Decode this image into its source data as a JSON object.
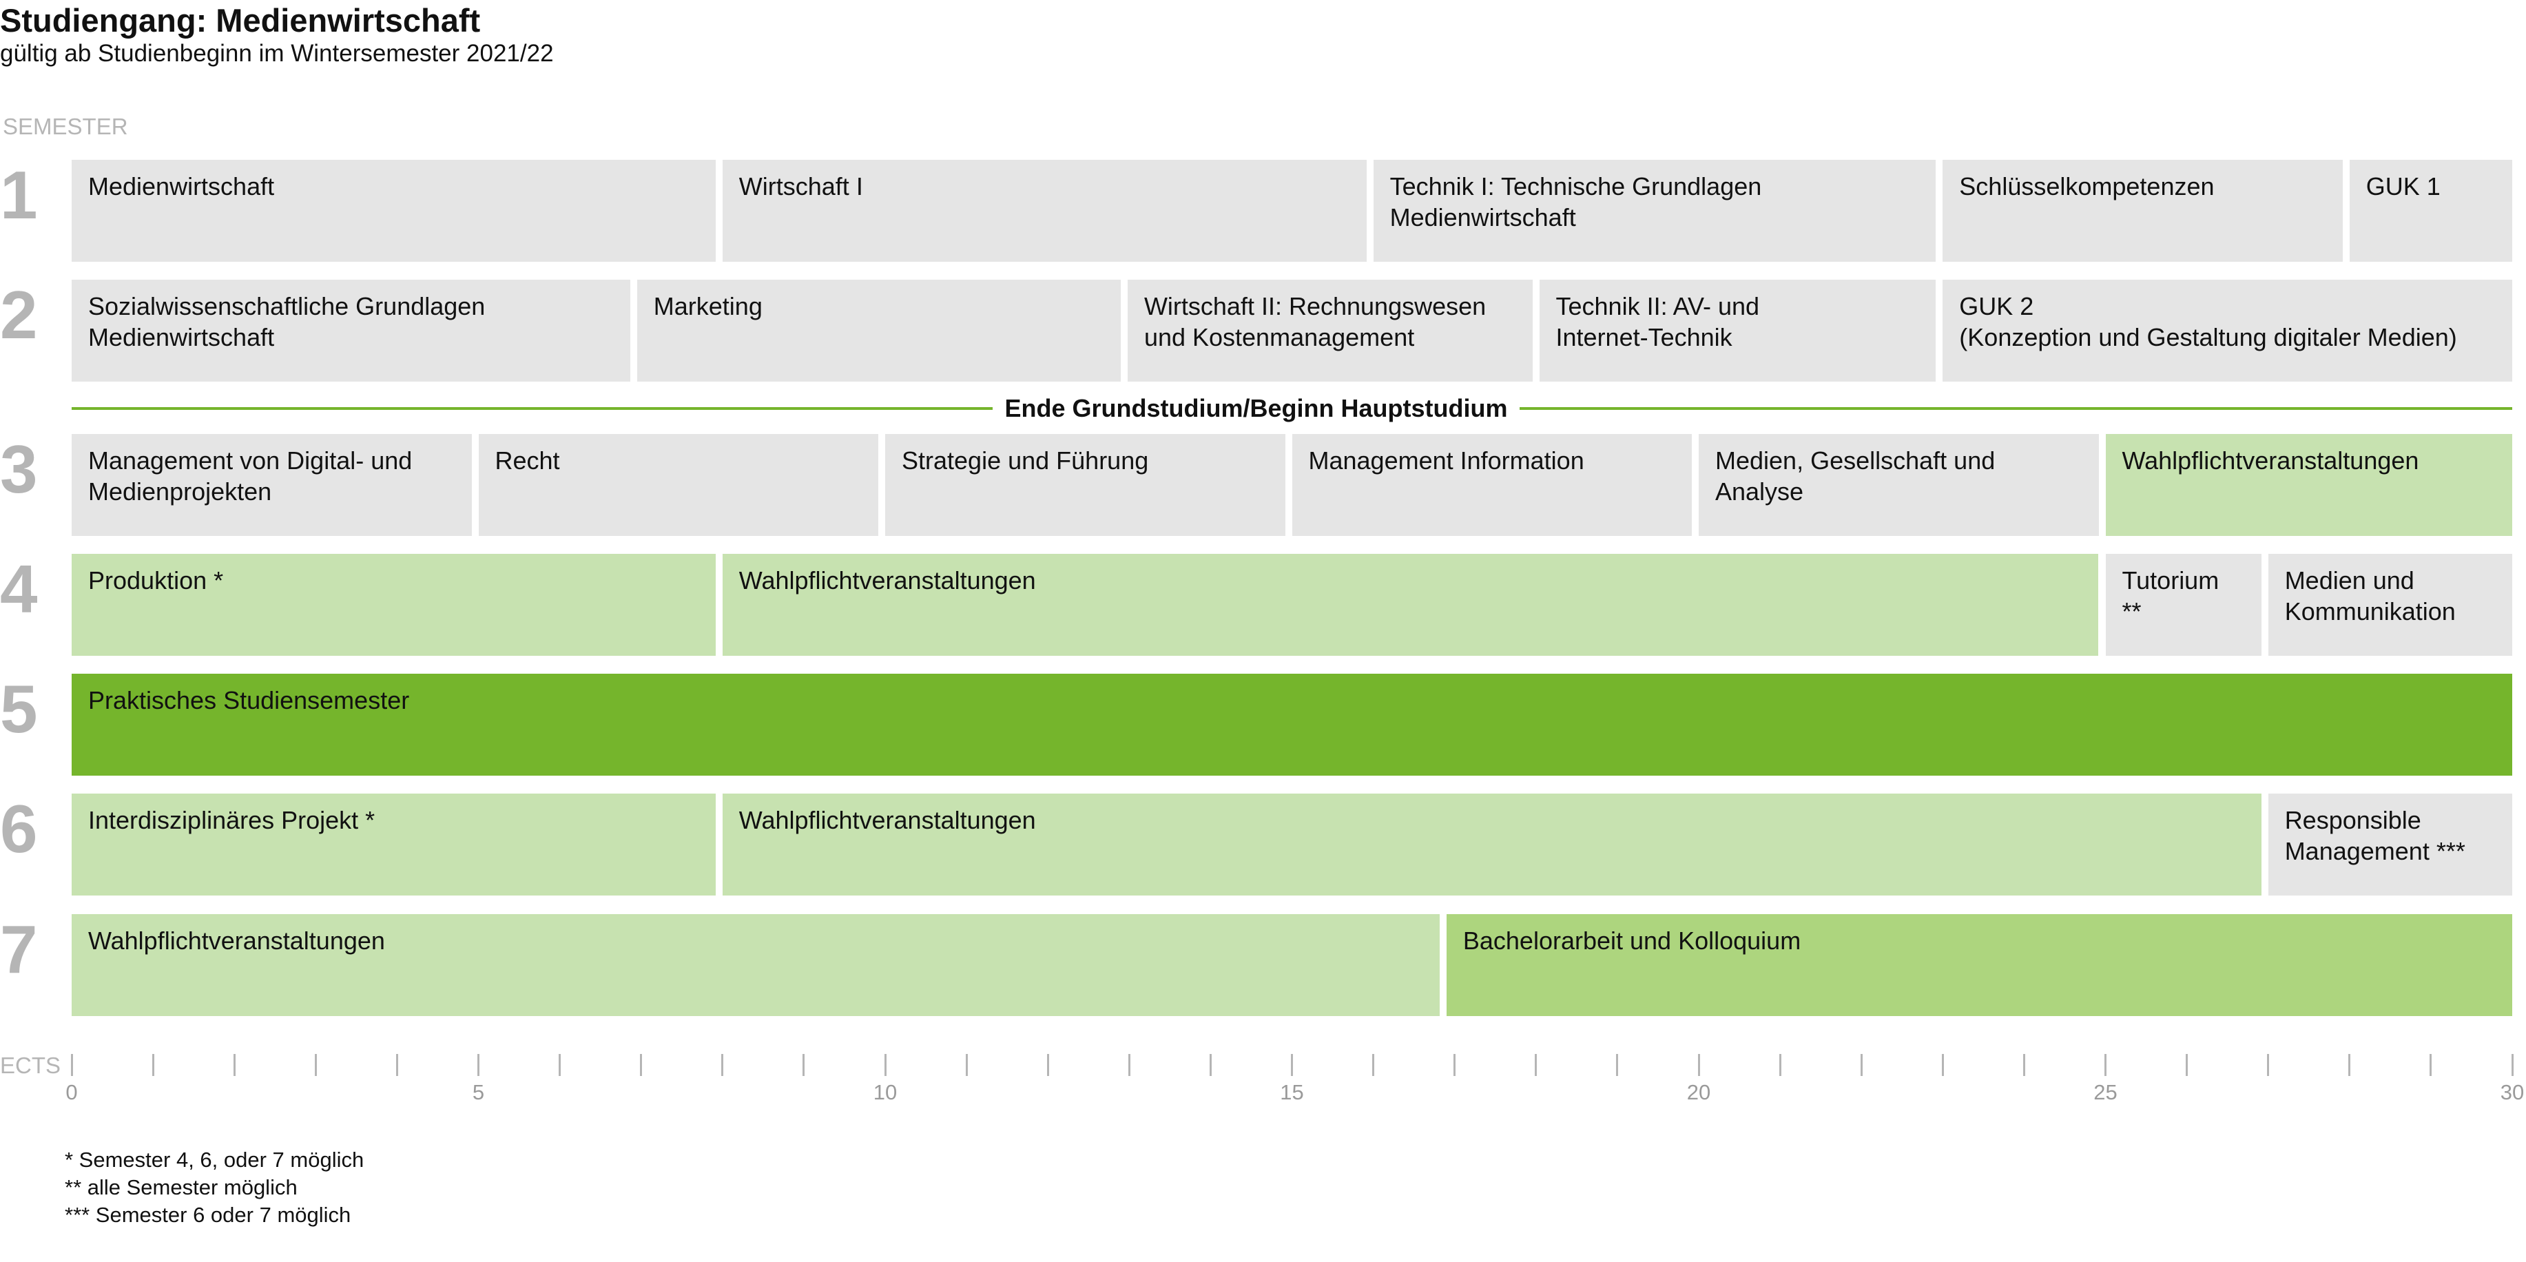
{
  "header": {
    "title": "Studiengang: Medienwirtschaft",
    "subtitle": "gültig ab Studienbeginn im Wintersemester 2021/22"
  },
  "semester_label": "SEMESTER",
  "ects_label": "ECTS",
  "colors": {
    "pflicht": "#e5e5e5",
    "wahl": "#c7e2b0",
    "praxis": "#75b52c",
    "abschluss": "#add57e",
    "divider": "#75b52c",
    "axis": "#b5b5b5"
  },
  "divider": {
    "label": "Ende Grundstudium/Beginn Hauptstudium",
    "after_semester": 2
  },
  "axis": {
    "min": 0,
    "max": 30,
    "labeled_ticks": [
      0,
      5,
      10,
      15,
      20,
      25,
      30
    ]
  },
  "semesters": [
    {
      "number": "1",
      "modules": [
        {
          "label": "Medienwirtschaft",
          "start": 0,
          "end": 8,
          "type": "pflicht"
        },
        {
          "label": "Wirtschaft I",
          "start": 8,
          "end": 16,
          "type": "pflicht"
        },
        {
          "label": "Technik I: Technische Grundlagen\nMedienwirtschaft",
          "start": 16,
          "end": 23,
          "type": "pflicht"
        },
        {
          "label": "Schlüsselkompetenzen",
          "start": 23,
          "end": 28,
          "type": "pflicht"
        },
        {
          "label": "GUK 1",
          "start": 28,
          "end": 30,
          "type": "pflicht"
        }
      ]
    },
    {
      "number": "2",
      "modules": [
        {
          "label": "Sozialwissenschaftliche Grundlagen\nMedienwirtschaft",
          "start": 0,
          "end": 6.95,
          "type": "pflicht"
        },
        {
          "label": "Marketing",
          "start": 6.95,
          "end": 12.98,
          "type": "pflicht"
        },
        {
          "label": "Wirtschaft II: Rechnungswesen\nund Kostenmanagement",
          "start": 12.98,
          "end": 18.04,
          "type": "pflicht"
        },
        {
          "label": "Technik II: AV- und\nInternet-Technik",
          "start": 18.04,
          "end": 23,
          "type": "pflicht"
        },
        {
          "label": "GUK 2\n(Konzeption und Gestaltung digitaler Medien)",
          "start": 23,
          "end": 30,
          "type": "pflicht"
        }
      ]
    },
    {
      "number": "3",
      "modules": [
        {
          "label": "Management von Digital- und\nMedienprojekten",
          "start": 0,
          "end": 5,
          "type": "pflicht"
        },
        {
          "label": "Recht",
          "start": 5,
          "end": 10,
          "type": "pflicht"
        },
        {
          "label": "Strategie und Führung",
          "start": 10,
          "end": 15,
          "type": "pflicht"
        },
        {
          "label": "Management Information",
          "start": 15,
          "end": 20,
          "type": "pflicht"
        },
        {
          "label": "Medien, Gesellschaft und\nAnalyse",
          "start": 20,
          "end": 25,
          "type": "pflicht"
        },
        {
          "label": "Wahlpflichtveranstaltungen",
          "start": 25,
          "end": 30,
          "type": "wahl"
        }
      ]
    },
    {
      "number": "4",
      "modules": [
        {
          "label": "Produktion *",
          "start": 0,
          "end": 8,
          "type": "wahl"
        },
        {
          "label": "Wahlpflichtveranstaltungen",
          "start": 8,
          "end": 25,
          "type": "wahl"
        },
        {
          "label": "Tutorium **",
          "start": 25,
          "end": 27,
          "type": "pflicht"
        },
        {
          "label": "Medien und\nKommunikation",
          "start": 27,
          "end": 30,
          "type": "pflicht"
        }
      ]
    },
    {
      "number": "5",
      "modules": [
        {
          "label": "Praktisches Studiensemester",
          "start": 0,
          "end": 30,
          "type": "praxis"
        }
      ]
    },
    {
      "number": "6",
      "modules": [
        {
          "label": "Interdisziplinäres Projekt *",
          "start": 0,
          "end": 8,
          "type": "wahl"
        },
        {
          "label": "Wahlpflichtveranstaltungen",
          "start": 8,
          "end": 27,
          "type": "wahl"
        },
        {
          "label": "Responsible\nManagement ***",
          "start": 27,
          "end": 30,
          "type": "pflicht"
        }
      ]
    },
    {
      "number": "7",
      "modules": [
        {
          "label": "Wahlpflichtveranstaltungen",
          "start": 0,
          "end": 16.9,
          "type": "wahl"
        },
        {
          "label": "Bachelorarbeit und Kolloquium",
          "start": 16.9,
          "end": 30,
          "type": "abschluss"
        }
      ]
    }
  ],
  "footnotes": [
    "* Semester 4, 6, oder 7 möglich",
    "** alle Semester möglich",
    "*** Semester 6 oder 7 möglich"
  ]
}
